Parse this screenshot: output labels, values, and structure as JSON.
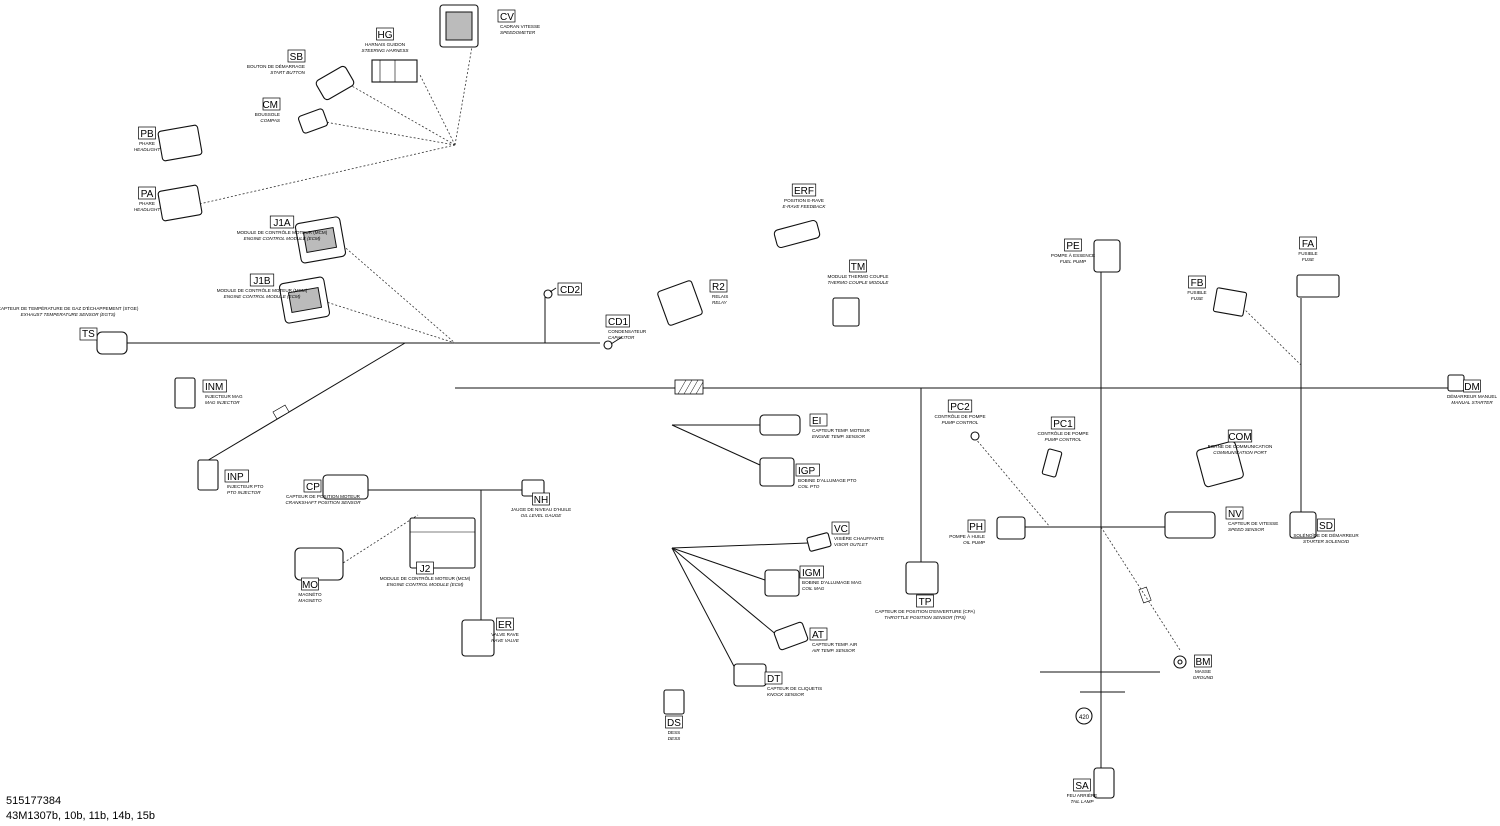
{
  "footer": {
    "part_number": "515177384",
    "revision": "43M1307b, 10b, 11b, 14b, 15b"
  },
  "splice_label": "420",
  "connectors": [
    {
      "code": "CV",
      "fr": "CADRAN VITESSE",
      "en": "SPEEDOMETER"
    },
    {
      "code": "HG",
      "fr": "HARNAIS GUIDON",
      "en": "STEERING HARNESS"
    },
    {
      "code": "SB",
      "fr": "BOUTON DE DÉMARRAGE",
      "en": "START BUTTON"
    },
    {
      "code": "CM",
      "fr": "BOUSSOLE",
      "en": "COMPAS"
    },
    {
      "code": "PB",
      "fr": "PHARE",
      "en": "HEADLIGHT"
    },
    {
      "code": "PA",
      "fr": "PHARE",
      "en": "HEADLIGHT"
    },
    {
      "code": "J1A",
      "fr": "MODULE DE CONTRÔLE MOTEUR (MCM)",
      "en": "ENGINE CONTROL MODULE (ECM)"
    },
    {
      "code": "J1B",
      "fr": "MODULE DE CONTRÔLE MOTEUR (MCM)",
      "en": "ENGINE CONTROL MODULE (ECM)"
    },
    {
      "code": "TS",
      "fr": "CAPTEUR DE TEMPÉRATURE DE GAZ D'ÉCHAPPEMENT (STGE)",
      "en": "EXHAUST TEMPERATURE SENSOR (EGTS)"
    },
    {
      "code": "CD2",
      "fr": "",
      "en": ""
    },
    {
      "code": "CD1",
      "fr": "CONDENSATEUR",
      "en": "CAPACITOR"
    },
    {
      "code": "INM",
      "fr": "INJECTEUR MAG",
      "en": "MAG INJECTOR"
    },
    {
      "code": "INP",
      "fr": "INJECTEUR PTO",
      "en": "PTO INJECTOR"
    },
    {
      "code": "CP",
      "fr": "CAPTEUR DE POSITION MOTEUR",
      "en": "CRANKSHAFT POSITION SENSOR"
    },
    {
      "code": "NH",
      "fr": "JAUGE DE NIVEAU D'HUILE",
      "en": "OIL LEVEL GAUGE"
    },
    {
      "code": "J2",
      "fr": "MODULE DE CONTRÔLE MOTEUR (MCM)",
      "en": "ENGINE CONTROL MODULE (ECM)"
    },
    {
      "code": "MO",
      "fr": "MAGNÉTO",
      "en": "MAGNETO"
    },
    {
      "code": "ER",
      "fr": "VALVE RAVE",
      "en": "RAVE VALVE"
    },
    {
      "code": "R2",
      "fr": "RELAIS",
      "en": "RELAY"
    },
    {
      "code": "ERF",
      "fr": "POSITION E-RAVE",
      "en": "E-RAVE FEEDBACK"
    },
    {
      "code": "TM",
      "fr": "MODULE THERMO COUPLE",
      "en": "THERMO COUPLE MODULE"
    },
    {
      "code": "EI",
      "fr": "CAPTEUR TEMP. MOTEUR",
      "en": "ENGINE TEMP. SENSOR"
    },
    {
      "code": "IGP",
      "fr": "BOBINE D'ALLUMAGE PTO",
      "en": "COIL PTO"
    },
    {
      "code": "VC",
      "fr": "VISIÈRE CHAUFFANTE",
      "en": "VISOR OUTLET"
    },
    {
      "code": "IGM",
      "fr": "BOBINE D'ALLUMAGE MAG",
      "en": "COIL MAG"
    },
    {
      "code": "AT",
      "fr": "CAPTEUR TEMP. AIR",
      "en": "AIR TEMP. SENSOR"
    },
    {
      "code": "DT",
      "fr": "CAPTEUR DE CLIQUETIS",
      "en": "KNOCK SENSOR"
    },
    {
      "code": "DS",
      "fr": "DESS",
      "en": "DESS"
    },
    {
      "code": "TP",
      "fr": "CAPTEUR DE POSITION D'ENVERTURE (CPA)",
      "en": "THROTTLE POSITION SENSOR (TPS)"
    },
    {
      "code": "PE",
      "fr": "POMPE À ESSENCE",
      "en": "FUEL PUMP"
    },
    {
      "code": "PC2",
      "fr": "CONTRÔLE DE POMPE",
      "en": "PUMP CONTROL"
    },
    {
      "code": "PC1",
      "fr": "CONTRÔLE DE POMPE",
      "en": "PUMP CONTROL"
    },
    {
      "code": "PH",
      "fr": "POMPE À HUILE",
      "en": "OIL PUMP"
    },
    {
      "code": "FA",
      "fr": "FUSIBLE",
      "en": "FUSE"
    },
    {
      "code": "FB",
      "fr": "FUSIBLE",
      "en": "FUSE"
    },
    {
      "code": "COM",
      "fr": "BORNE DE COMMUNICATION",
      "en": "COMMUNICATION PORT"
    },
    {
      "code": "NV",
      "fr": "CAPTEUR DE VITESSE",
      "en": "SPEED SENSOR"
    },
    {
      "code": "SD",
      "fr": "SOLÉNOÏDE DE DÉMARREUR",
      "en": "STARTER SOLENOID"
    },
    {
      "code": "DM",
      "fr": "DÉMARREUR MANUEL",
      "en": "MANUAL STARTER"
    },
    {
      "code": "BM",
      "fr": "MASSE",
      "en": "GROUND"
    },
    {
      "code": "SA",
      "fr": "FEU ARRIÈRE",
      "en": "TAIL LAMP"
    }
  ]
}
